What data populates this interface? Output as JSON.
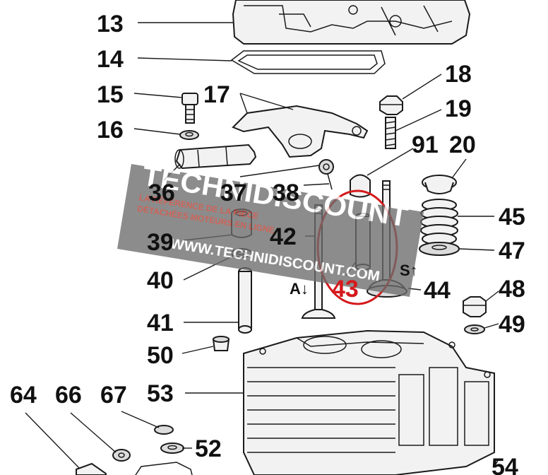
{
  "labels": {
    "l13": "13",
    "l14": "14",
    "l15": "15",
    "l16": "16",
    "l17": "17",
    "l18": "18",
    "l19": "19",
    "l91": "91",
    "l20": "20",
    "l36": "36",
    "l37": "37",
    "l38": "38",
    "l39": "39",
    "l42": "42",
    "l45": "45",
    "l47": "47",
    "l40": "40",
    "l43": "43",
    "l44": "44",
    "l48": "48",
    "l41": "41",
    "l49": "49",
    "l50": "50",
    "l53": "53",
    "l64": "64",
    "l66": "66",
    "l67": "67",
    "l52": "52",
    "l54": "54"
  },
  "markers": {
    "a_arrow": "A↓",
    "s_arrow": "S↑"
  },
  "watermark": {
    "brand": "TECHNIDISCOUNT",
    "tagline_1": "LA RÉFÉRENCE DE LA PIÈCE",
    "tagline_2": "DÉTACHÉES MOTEURS EN LIGNE",
    "url": "WWW.TECHNIDISCOUNT.COM"
  },
  "highlight": {
    "color": "#d4191c"
  },
  "icons": {
    "highlight": "red-ellipse-highlight"
  }
}
